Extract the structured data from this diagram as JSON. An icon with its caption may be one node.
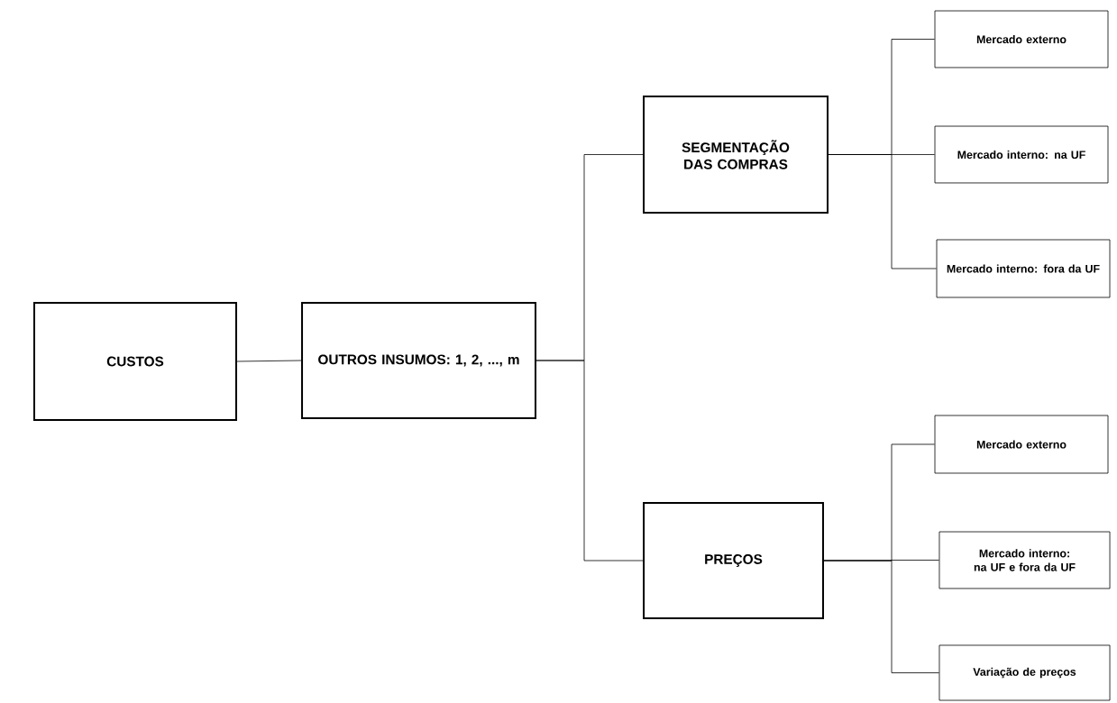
{
  "diagram": {
    "nodes": [
      {
        "text": [
          "CUSTOS"
        ]
      },
      {
        "text": [
          "OUTROS INSUMOS: 1, 2, ..., m"
        ]
      },
      {
        "text": [
          "SEGMENTAÇÃO DAS COMPRAS"
        ]
      },
      {
        "text": [
          "Mercado externo"
        ]
      },
      {
        "text": [
          "Mercado interno: na UF"
        ]
      },
      {
        "text": [
          "Mercado interno: fora da UF"
        ]
      },
      {
        "text": [
          "PREÇOS"
        ]
      },
      {
        "text": [
          "Mercado externo"
        ]
      },
      {
        "text": [
          "Mercado interno: na UF e fora da UF"
        ]
      },
      {
        "text": [
          "Variação de preços"
        ]
      }
    ],
    "edges": [
      {
        "from": 0,
        "to": 1,
        "arrow": "none"
      },
      {
        "from": 1,
        "to": 2,
        "arrow": "none"
      },
      {
        "from": 1,
        "to": 6,
        "arrow": "none"
      },
      {
        "from": 2,
        "to": 3,
        "arrow": "none"
      },
      {
        "from": 2,
        "to": 4,
        "arrow": "none"
      },
      {
        "from": 2,
        "to": 5,
        "arrow": "none"
      },
      {
        "from": 6,
        "to": 7,
        "arrow": "none"
      },
      {
        "from": 6,
        "to": 8,
        "arrow": "none"
      },
      {
        "from": 6,
        "to": 9,
        "arrow": "none"
      }
    ]
  }
}
